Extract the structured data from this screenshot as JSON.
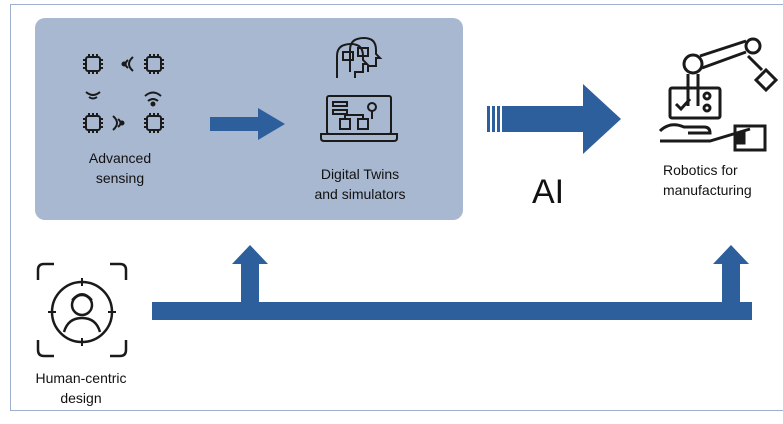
{
  "diagram": {
    "advanced_sensing": "Advanced\nsensing",
    "digital_twins": "Digital Twins\nand simulators",
    "ai": "AI",
    "robotics": "Robotics for\nmanufacturing",
    "human_centric": "Human-centric\ndesign"
  },
  "colors": {
    "arrow": "#2e5f9d",
    "panel": "#a9b8d1",
    "frame": "#9eb0cc",
    "icon": "#1a1a1a"
  }
}
